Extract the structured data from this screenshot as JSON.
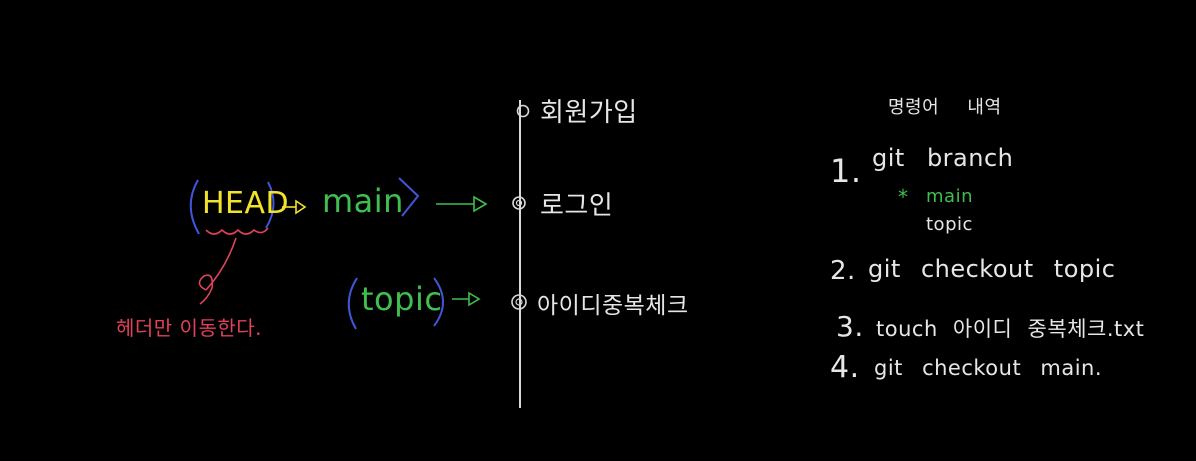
{
  "colors": {
    "background": "#000000",
    "timeline": "#d9d9d9",
    "text": "#e6e6e6",
    "head": "#f2e22c",
    "main": "#3fbf4f",
    "paren_blue": "#3f56d9",
    "annotation_red": "#e0425a"
  },
  "commits": [
    {
      "label": "회원가입"
    },
    {
      "label": "로그인"
    },
    {
      "label": "아이디중복체크"
    }
  ],
  "pointers": {
    "head": "HEAD",
    "main": "main",
    "topic": "topic"
  },
  "annotation": "헤더만 이동한다.",
  "commands": {
    "title": "명령어 내역",
    "items": [
      {
        "num": "1.",
        "text": "git branch"
      },
      {
        "num": "2.",
        "text": "git checkout topic"
      },
      {
        "num": "3.",
        "text": "touch 아이디 중복체크.txt"
      },
      {
        "num": "4.",
        "text": "git checkout main."
      }
    ],
    "branch_list": {
      "current_marker": "*",
      "current": "main",
      "other": "topic"
    }
  }
}
